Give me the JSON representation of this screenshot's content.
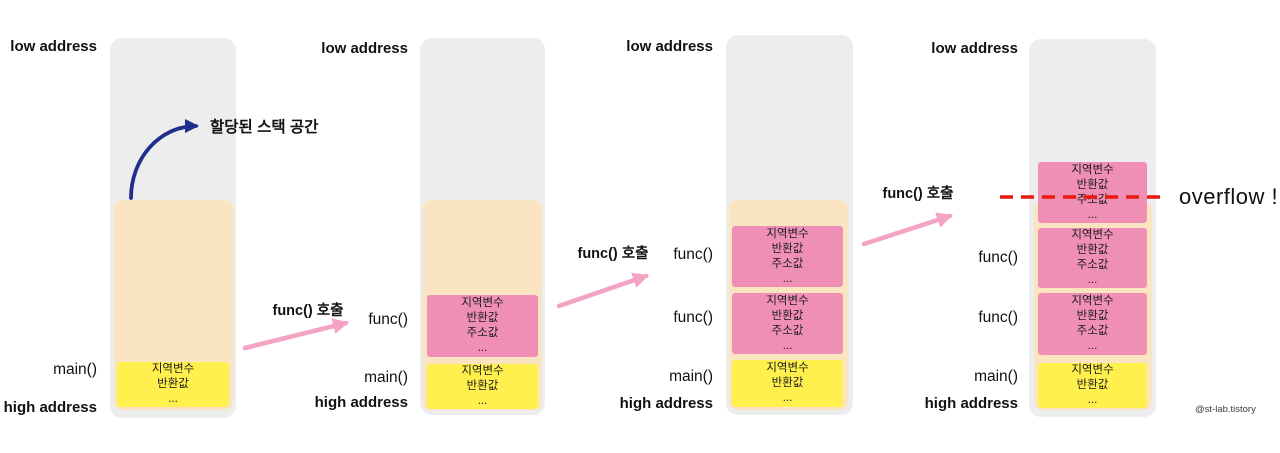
{
  "colors": {
    "stack_bg": "#ededee",
    "allocated": "#fae4c2",
    "main_frame": "#fff04d",
    "func_frame": "#f08fb6",
    "arrow_pink": "#f4a3c4",
    "arrow_blue": "#202e8e",
    "overflow_red": "#e8190f",
    "text": "#121212"
  },
  "shared": {
    "low_address": "low address",
    "high_address": "high address",
    "main_label": "main()",
    "func_label": "func()",
    "func_call_label": "func() 호출",
    "main_frame_lines": [
      "지역변수",
      "반환값",
      "..."
    ],
    "func_frame_lines": [
      "지역변수",
      "반환값",
      "주소값",
      "..."
    ]
  },
  "annotations": {
    "allocated_stack_note": "할당된 스택 공간",
    "overflow_label": "overflow !",
    "credit": "@st-lab.tistory"
  }
}
